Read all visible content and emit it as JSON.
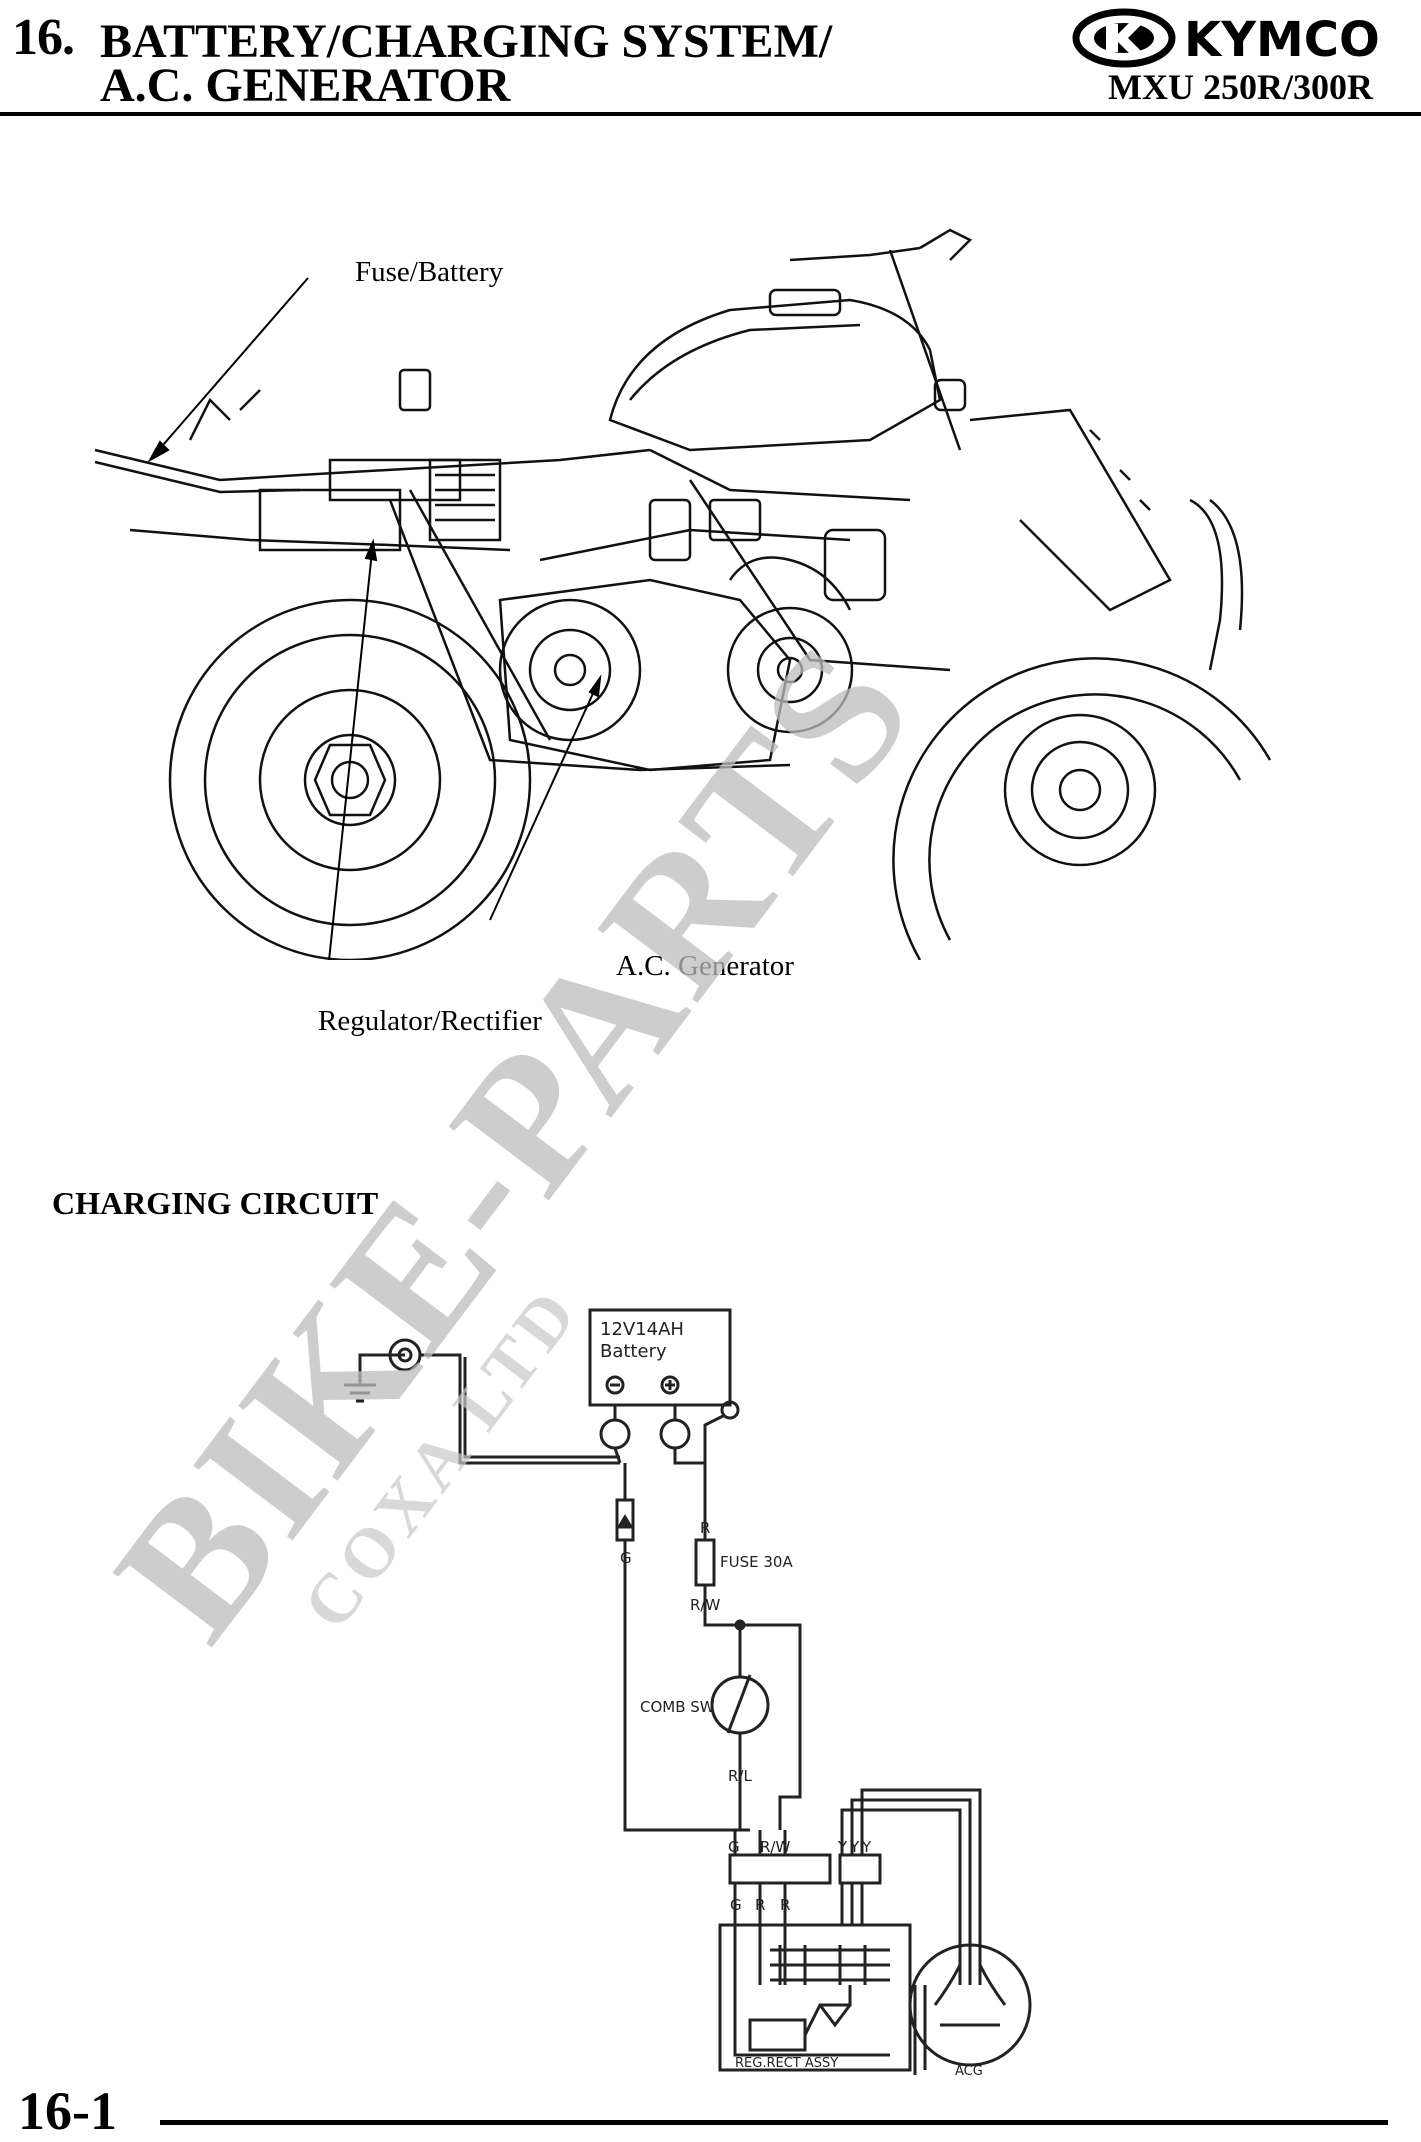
{
  "header": {
    "chapter_number": "16.",
    "title_line1": "BATTERY/CHARGING SYSTEM/",
    "title_line2": "A.C. GENERATOR",
    "brand": "KYMCO",
    "model": "MXU 250R/300R"
  },
  "illustration": {
    "callouts": {
      "fuse_battery": "Fuse/Battery",
      "ac_generator": "A.C. Generator",
      "regulator_rectifier": "Regulator/Rectifier"
    }
  },
  "section": {
    "heading": "CHARGING CIRCUIT"
  },
  "circuit": {
    "battery_rating": "12V14AH",
    "battery_label": "Battery",
    "fuse_label": "FUSE 30A",
    "switch_label": "COMB SW",
    "regrect_label": "REG.RECT ASSY",
    "acg_label": "ACG",
    "wire_g": "G",
    "wire_r": "R",
    "wire_rw": "R/W",
    "wire_y": "Y",
    "wire_rl": "R/L"
  },
  "watermark": {
    "main": "BIKE-PARTS",
    "sub": "COXA LTD"
  },
  "footer": {
    "page_number": "16-1"
  }
}
